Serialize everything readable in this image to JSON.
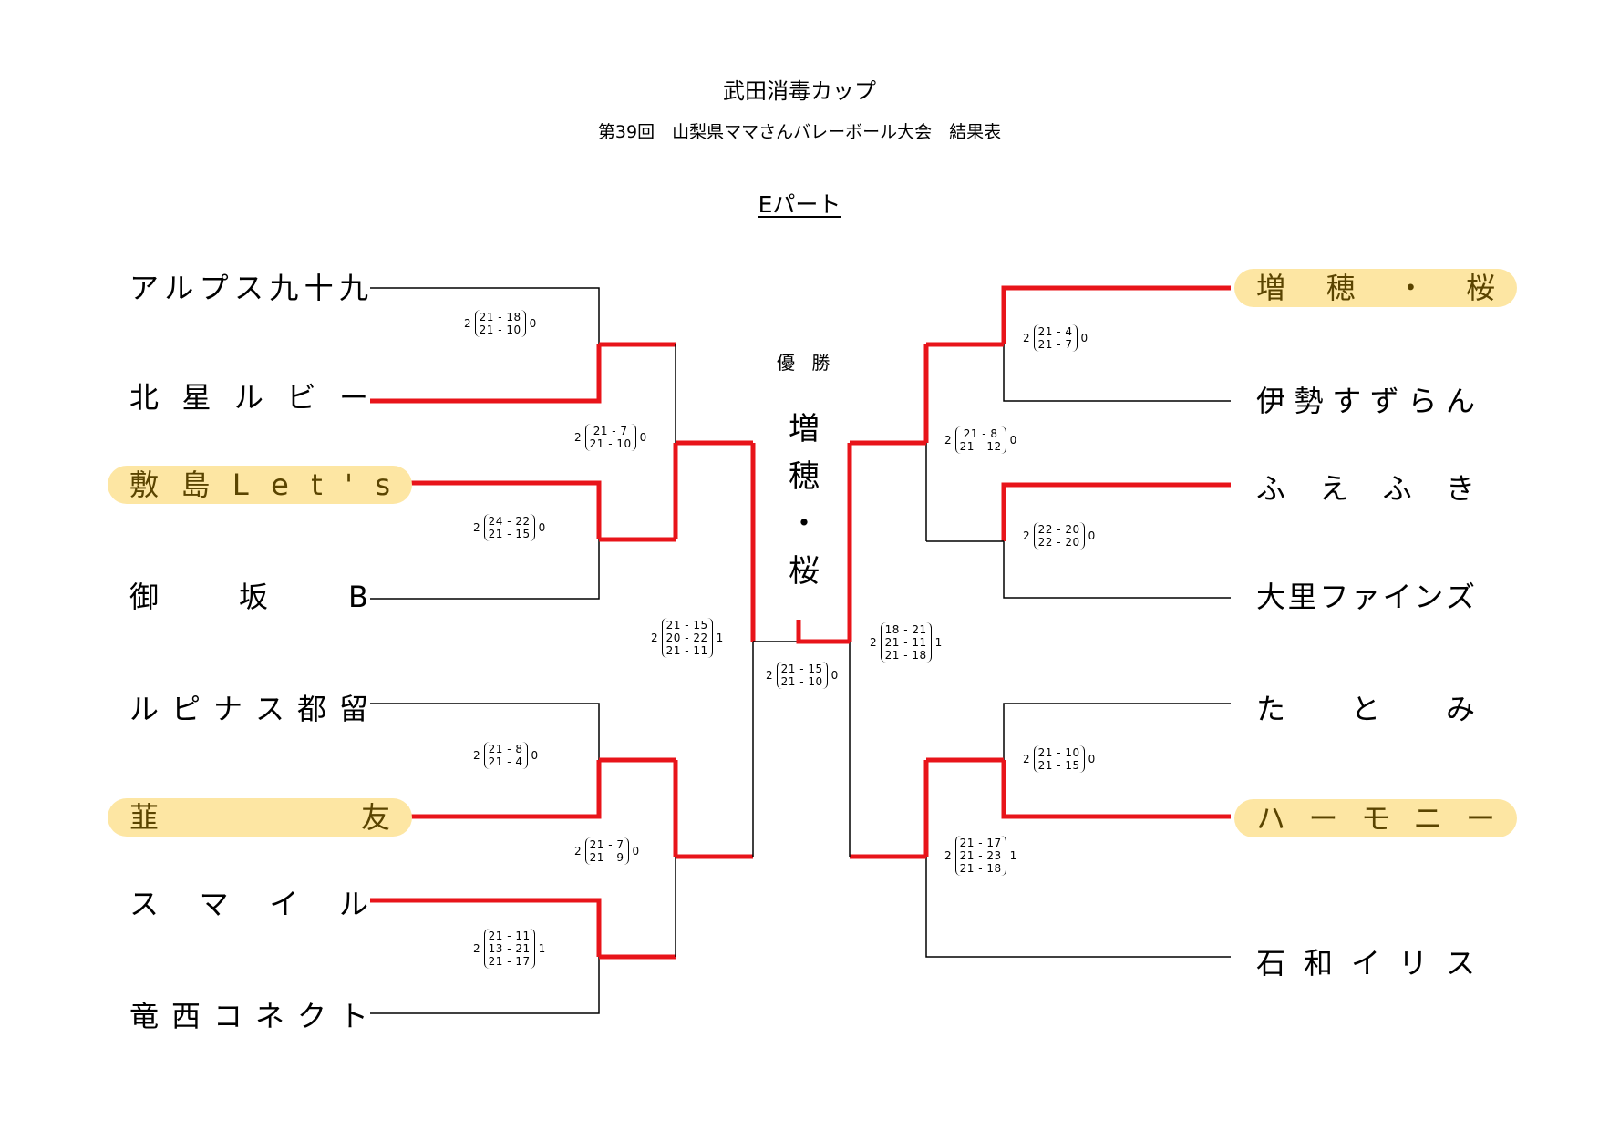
{
  "title": "武田消毒カップ",
  "subtitle": "第39回　山梨県ママさんバレーボール大会　結果表",
  "part": "Eパート",
  "champion_label": "優 勝",
  "champion": [
    "増",
    "穂",
    "・",
    "桜"
  ],
  "left_teams": [
    {
      "name": "アルプス九十九",
      "highlight": false
    },
    {
      "name": "北星ルビー",
      "highlight": false
    },
    {
      "name": "敷島Let's",
      "highlight": true
    },
    {
      "name": "御坂B",
      "highlight": false
    },
    {
      "name": "ルピナス都留",
      "highlight": false
    },
    {
      "name": "韮友",
      "highlight": true
    },
    {
      "name": "スマイル",
      "highlight": false
    },
    {
      "name": "竜西コネクト",
      "highlight": false
    }
  ],
  "right_teams": [
    {
      "name": "増穂・桜",
      "highlight": true
    },
    {
      "name": "伊勢すずらん",
      "highlight": false
    },
    {
      "name": "ふえふき",
      "highlight": false
    },
    {
      "name": "大里ファインズ",
      "highlight": false
    },
    {
      "name": "たとみ",
      "highlight": false
    },
    {
      "name": "ハーモニー",
      "highlight": true
    },
    {
      "name": "石和イリス",
      "highlight": false
    }
  ],
  "scores": [
    {
      "id": "L1",
      "left": "2",
      "right": "0",
      "sets": [
        "21 - 18",
        "21 - 10"
      ]
    },
    {
      "id": "L2",
      "left": "2",
      "right": "0",
      "sets": [
        "24 - 22",
        "21 - 15"
      ]
    },
    {
      "id": "L3",
      "left": "2",
      "right": "0",
      "sets": [
        "21 - 8",
        "21 - 4"
      ]
    },
    {
      "id": "L4",
      "left": "2",
      "right": "1",
      "sets": [
        "21 - 11",
        "13 - 21",
        "21 - 17"
      ]
    },
    {
      "id": "L5",
      "left": "2",
      "right": "0",
      "sets": [
        "21 - 7",
        "21 - 10"
      ]
    },
    {
      "id": "L6",
      "left": "2",
      "right": "0",
      "sets": [
        "21 - 7",
        "21 - 9"
      ]
    },
    {
      "id": "L7",
      "left": "2",
      "right": "1",
      "sets": [
        "21 - 15",
        "20 - 22",
        "21 - 11"
      ]
    },
    {
      "id": "R1",
      "left": "2",
      "right": "0",
      "sets": [
        "21 - 4",
        "21 - 7"
      ]
    },
    {
      "id": "R2",
      "left": "2",
      "right": "0",
      "sets": [
        "22 - 20",
        "22 - 20"
      ]
    },
    {
      "id": "R3",
      "left": "2",
      "right": "0",
      "sets": [
        "21 - 10",
        "21 - 15"
      ]
    },
    {
      "id": "R4",
      "left": "2",
      "right": "0",
      "sets": [
        "21 - 8",
        "21 - 12"
      ]
    },
    {
      "id": "R5",
      "left": "2",
      "right": "1",
      "sets": [
        "21 - 17",
        "21 - 23",
        "21 - 18"
      ]
    },
    {
      "id": "R6",
      "left": "2",
      "right": "1",
      "sets": [
        "18 - 21",
        "21 - 11",
        "21 - 18"
      ]
    },
    {
      "id": "F",
      "left": "2",
      "right": "0",
      "sets": [
        "21 - 15",
        "21 - 10"
      ]
    }
  ],
  "colors": {
    "winner_line": "#e8141a",
    "line": "#000000",
    "highlight": "#fde6a3"
  }
}
